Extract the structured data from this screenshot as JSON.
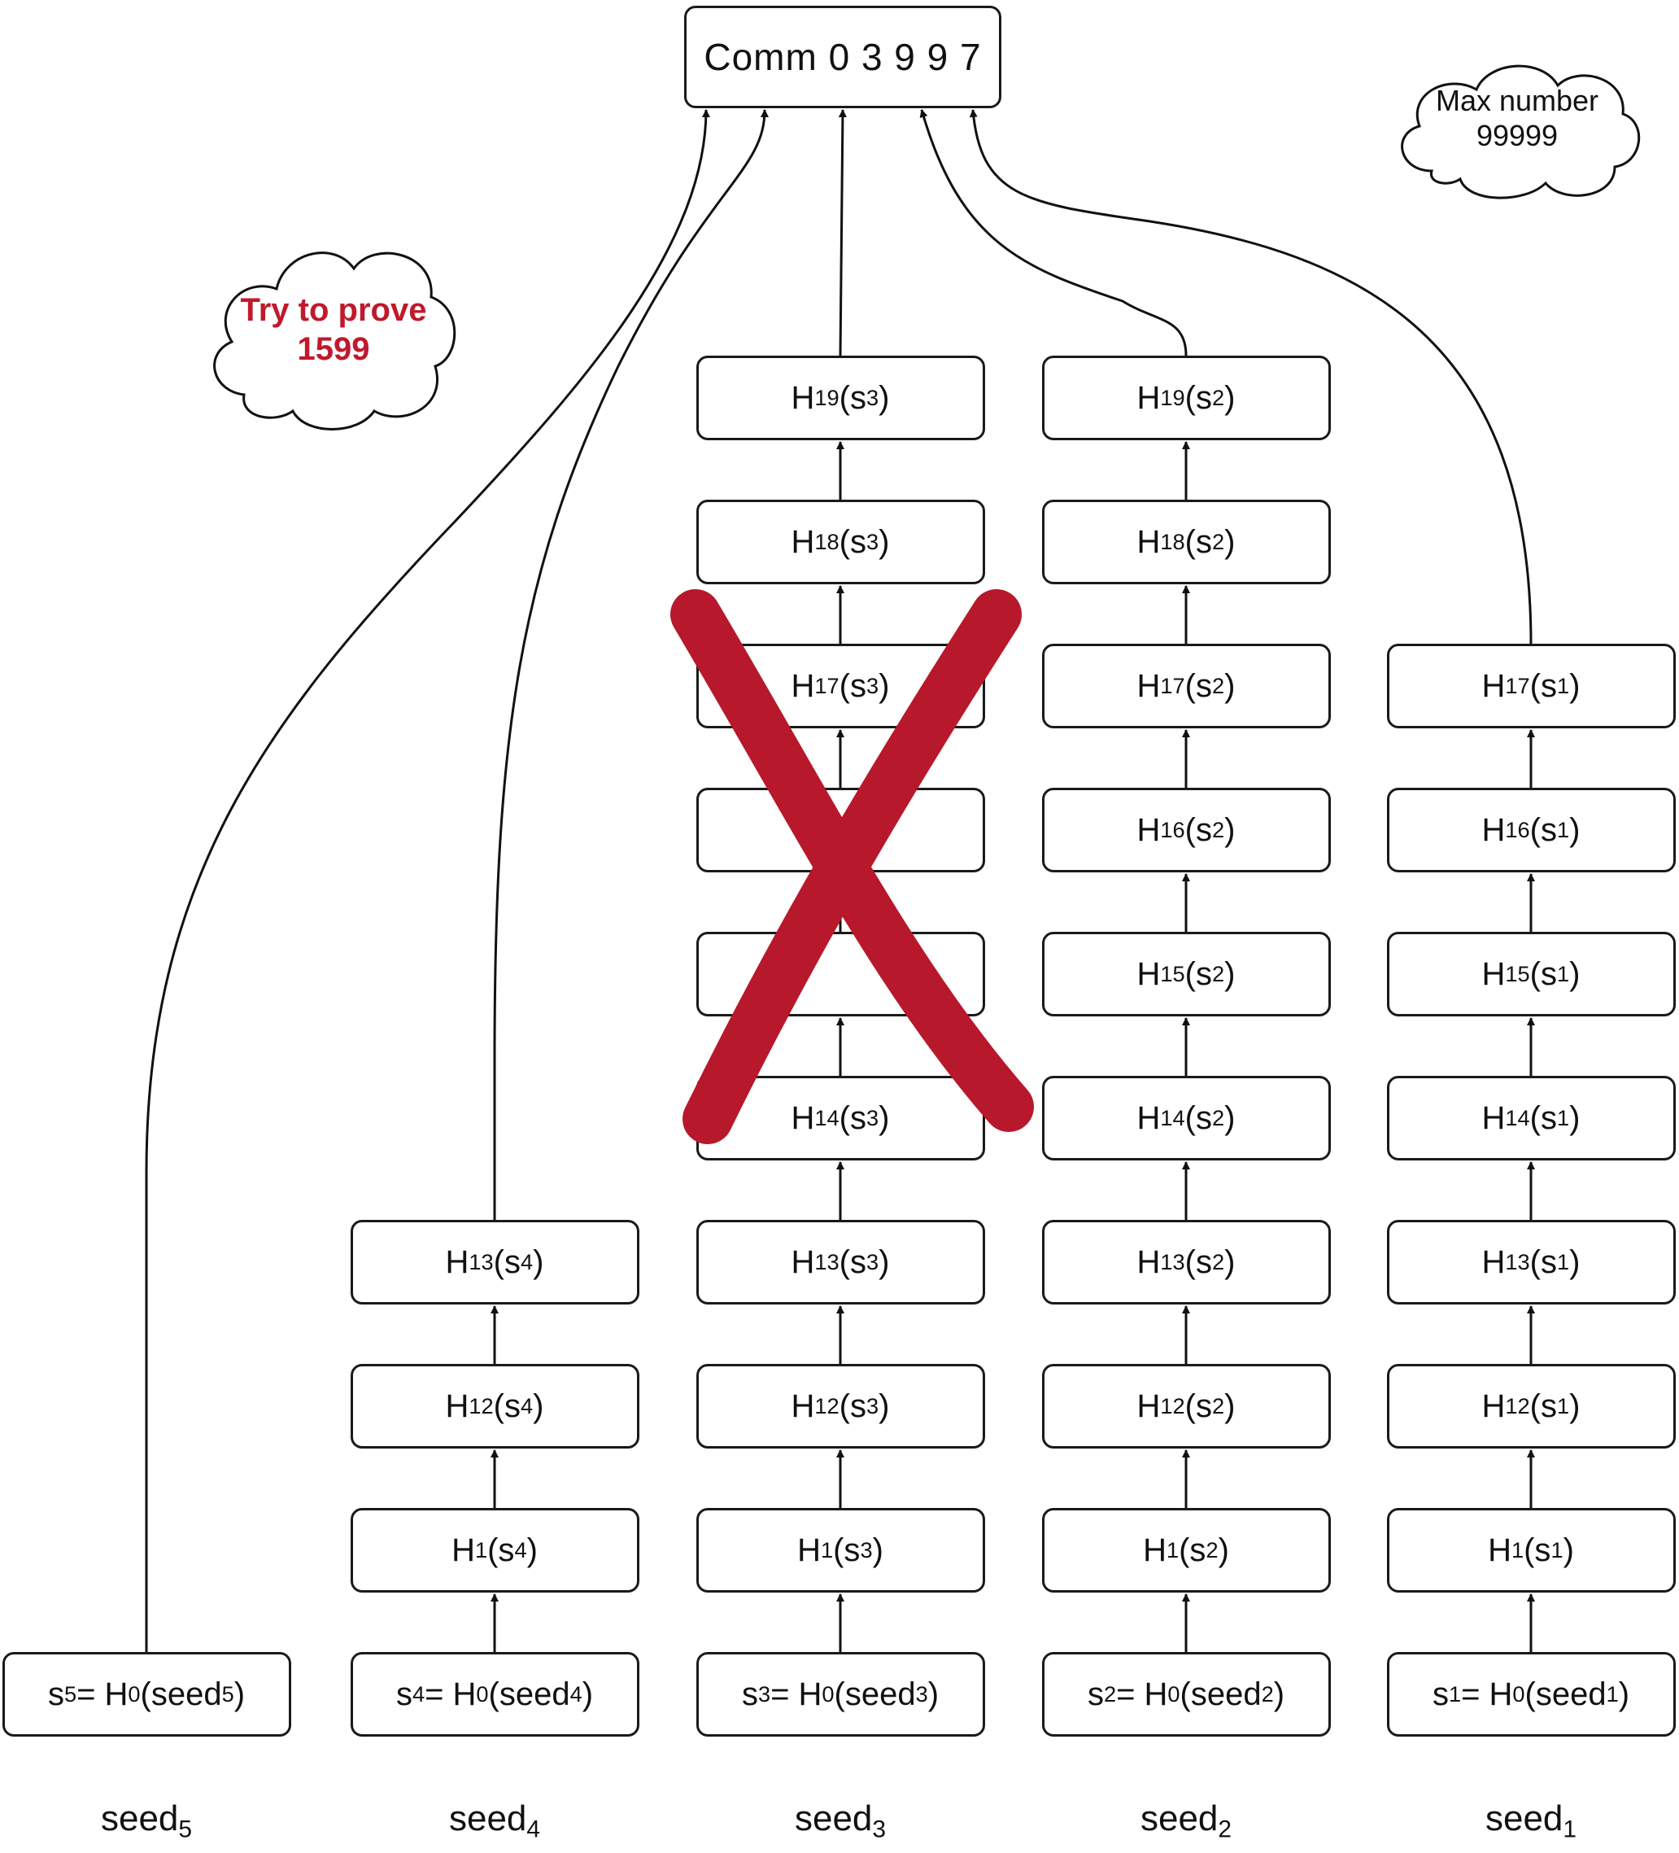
{
  "commitment": {
    "label": "Comm 0 3 9 9 7"
  },
  "clouds": {
    "max": {
      "line1": "Max number",
      "line2": "99999"
    },
    "prove": {
      "line1": "Try to prove",
      "line2": "1599",
      "color": "#c0192c"
    }
  },
  "cross": {
    "color": "#b8182b"
  },
  "columns": [
    {
      "seed_base": "seed",
      "seed_sub": "5",
      "s_sub": "5",
      "boxes": [
        {
          "kind": "base"
        }
      ]
    },
    {
      "seed_base": "seed",
      "seed_sub": "4",
      "s_sub": "4",
      "boxes": [
        {
          "kind": "base"
        },
        {
          "kind": "hash",
          "exp": ""
        },
        {
          "kind": "hash",
          "exp": "2"
        },
        {
          "kind": "hash",
          "exp": "3"
        }
      ]
    },
    {
      "seed_base": "seed",
      "seed_sub": "3",
      "s_sub": "3",
      "boxes": [
        {
          "kind": "base"
        },
        {
          "kind": "hash",
          "exp": ""
        },
        {
          "kind": "hash",
          "exp": "2"
        },
        {
          "kind": "hash",
          "exp": "3"
        },
        {
          "kind": "hash",
          "exp": "4"
        },
        {
          "kind": "hash",
          "exp": "5",
          "obscured": true
        },
        {
          "kind": "hash",
          "exp": "6",
          "obscured": true
        },
        {
          "kind": "hash",
          "exp": "7"
        },
        {
          "kind": "hash",
          "exp": "8"
        },
        {
          "kind": "hash",
          "exp": "9"
        }
      ]
    },
    {
      "seed_base": "seed",
      "seed_sub": "2",
      "s_sub": "2",
      "boxes": [
        {
          "kind": "base"
        },
        {
          "kind": "hash",
          "exp": ""
        },
        {
          "kind": "hash",
          "exp": "2"
        },
        {
          "kind": "hash",
          "exp": "3"
        },
        {
          "kind": "hash",
          "exp": "4"
        },
        {
          "kind": "hash",
          "exp": "5"
        },
        {
          "kind": "hash",
          "exp": "6"
        },
        {
          "kind": "hash",
          "exp": "7"
        },
        {
          "kind": "hash",
          "exp": "8"
        },
        {
          "kind": "hash",
          "exp": "9"
        }
      ]
    },
    {
      "seed_base": "seed",
      "seed_sub": "1",
      "s_sub": "1",
      "boxes": [
        {
          "kind": "base"
        },
        {
          "kind": "hash",
          "exp": ""
        },
        {
          "kind": "hash",
          "exp": "2"
        },
        {
          "kind": "hash",
          "exp": "3"
        },
        {
          "kind": "hash",
          "exp": "4"
        },
        {
          "kind": "hash",
          "exp": "5"
        },
        {
          "kind": "hash",
          "exp": "6"
        },
        {
          "kind": "hash",
          "exp": "7"
        }
      ]
    }
  ]
}
